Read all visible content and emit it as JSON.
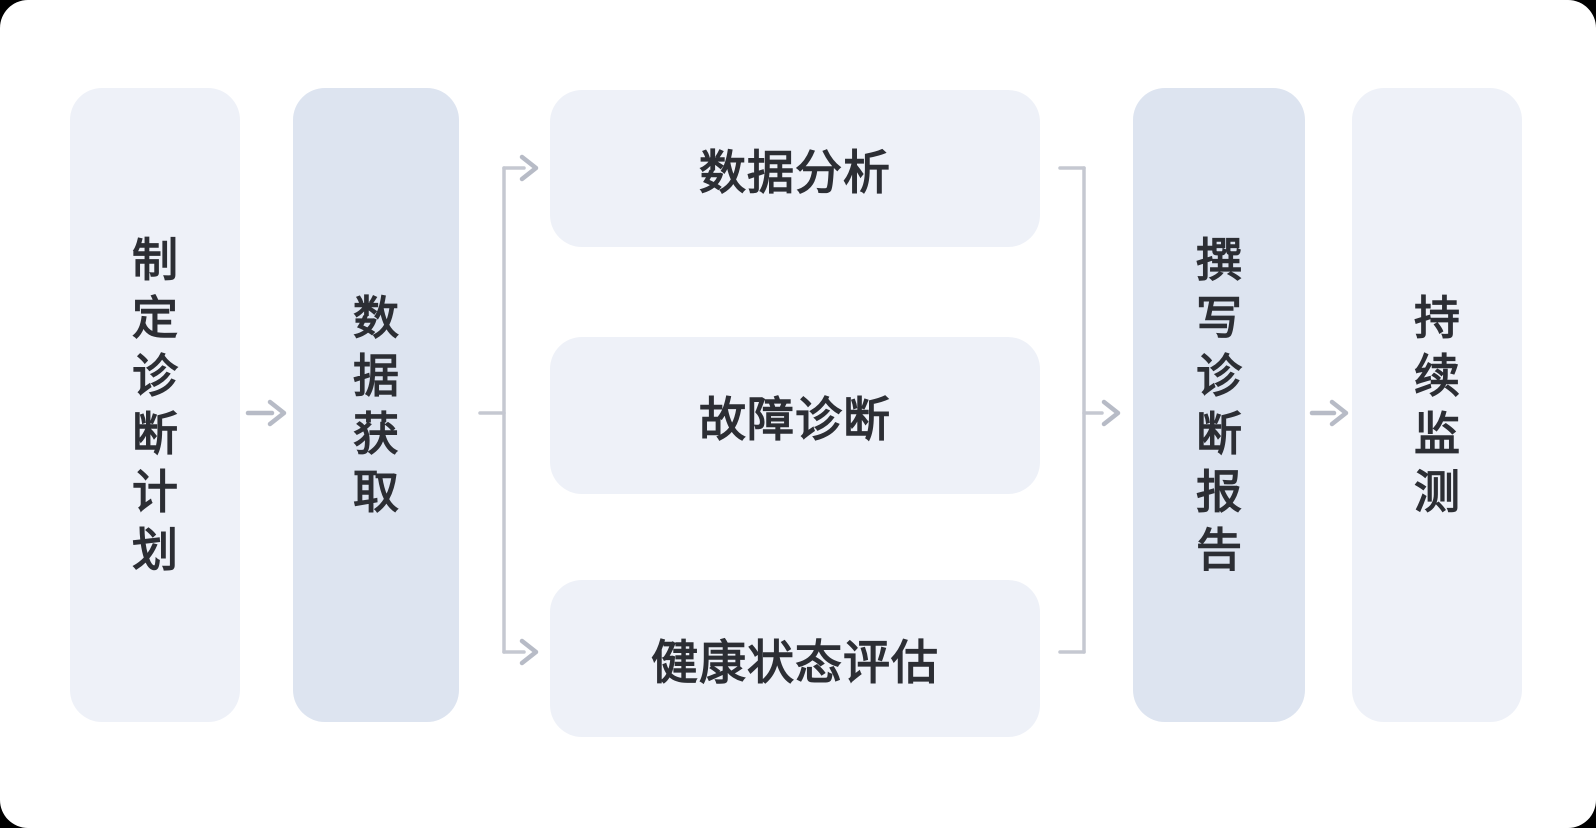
{
  "diagram": {
    "type": "flowchart",
    "colors": {
      "light_node": "#eef1f8",
      "accent_node": "#dde4f0",
      "connector": "#c5c8d1",
      "arrow": "#b7bbc6",
      "text": "#2c2e34",
      "canvas": "#ffffff"
    },
    "nodes": [
      {
        "id": "plan",
        "label": "制定诊断计划",
        "orientation": "vertical",
        "variant": "light"
      },
      {
        "id": "acquire",
        "label": "数据获取",
        "orientation": "vertical",
        "variant": "accent"
      },
      {
        "id": "analysis",
        "label": "数据分析",
        "orientation": "horizontal",
        "variant": "light"
      },
      {
        "id": "fault",
        "label": "故障诊断",
        "orientation": "horizontal",
        "variant": "light"
      },
      {
        "id": "health",
        "label": "健康状态评估",
        "orientation": "horizontal",
        "variant": "light"
      },
      {
        "id": "report",
        "label": "撰写诊断报告",
        "orientation": "vertical",
        "variant": "accent"
      },
      {
        "id": "monitor",
        "label": "持续监测",
        "orientation": "vertical",
        "variant": "light"
      }
    ],
    "edges": [
      {
        "from": "制定诊断计划",
        "to": "数据获取"
      },
      {
        "from": "数据获取",
        "to": "数据分析"
      },
      {
        "from": "数据获取",
        "to": "故障诊断"
      },
      {
        "from": "数据获取",
        "to": "健康状态评估"
      },
      {
        "from": "数据分析",
        "to": "撰写诊断报告"
      },
      {
        "from": "故障诊断",
        "to": "撰写诊断报告"
      },
      {
        "from": "健康状态评估",
        "to": "撰写诊断报告"
      },
      {
        "from": "撰写诊断报告",
        "to": "持续监测"
      }
    ]
  }
}
